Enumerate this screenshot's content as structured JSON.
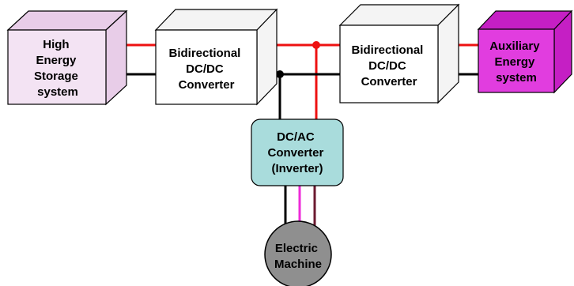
{
  "colors": {
    "hess_face": "#f3e3f3",
    "hess_side": "#e8cde8",
    "converter_face": "#ffffff",
    "converter_side": "#f4f4f4",
    "aux_face": "#e13ddf",
    "aux_side": "#c51fc4",
    "inverter_fill": "#a9dcdc",
    "machine_fill": "#8f8f8f",
    "wire_positive": "#ee1111",
    "wire_negative": "#000000",
    "wire_phase_magenta": "#ee2bd8",
    "wire_phase_maroon": "#6b1a30"
  },
  "blocks": {
    "hess": {
      "lines": [
        "High",
        "Energy",
        "Storage",
        "system"
      ]
    },
    "dcdc_left": {
      "lines": [
        "Bidirectional",
        "DC/DC",
        "Converter"
      ]
    },
    "dcdc_right": {
      "lines": [
        "Bidirectional",
        "DC/DC",
        "Converter"
      ]
    },
    "aux": {
      "lines": [
        "Auxiliary",
        "Energy",
        "system"
      ]
    },
    "inverter": {
      "lines": [
        "DC/AC",
        "Converter",
        "(Inverter)"
      ]
    },
    "machine": {
      "lines": [
        "Electric",
        "Machine"
      ]
    }
  }
}
